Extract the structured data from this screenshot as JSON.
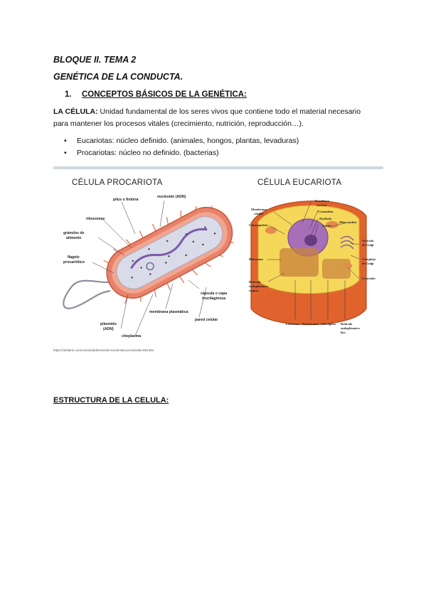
{
  "header": {
    "block": "BLOQUE II. TEMA 2",
    "title": "GENÉTICA DE LA CONDUCTA."
  },
  "section1": {
    "number": "1.",
    "heading": "CONCEPTOS BÁSICOS DE LA GENÉTICA:"
  },
  "cell": {
    "term": "LA CÉLULA:",
    "definition_line1": " Unidad fundamental de los seres vivos que contiene todo el material necesario",
    "definition_line2": "para mantener los procesos vitales (crecimiento, nutrición, reproducción…).",
    "bullets": [
      "Eucariotas: núcleo definido. (animales, hongos, plantas, levaduras)",
      "Procariotas: núcleo no definido. (bacterias)"
    ]
  },
  "figure": {
    "prokaryote_title": "CÉLULA PROCARIOTA",
    "eukaryote_title": "CÉLULA EUCARIOTA",
    "prokaryote_labels": {
      "pilus": "pilus o fimbria",
      "nucleoid": "nucleoide (ADN)",
      "ribosomes": "ribosomas",
      "granules": "gránulos de",
      "granules2": "alimento",
      "flagellum": "flagelo",
      "flagellum2": "procariótico",
      "capsule": "cápsula o capa",
      "capsule2": "mucilaginosa",
      "membrane": "membrana plasmática",
      "wall": "pared celular",
      "plasmid": "plásmido",
      "plasmid2": "(ADN)",
      "cytoplasm": "citoplasma"
    },
    "eukaryote_labels": {
      "membrane": "Membrana",
      "membrane2": "celular",
      "cytoplasm": "Citoesqueleto",
      "envelope": "Envoltura",
      "envelope2": "nuclear",
      "chromatin": "Cromatina",
      "nucleolus": "Nucléolo",
      "nucleus": "Núcleo",
      "mitochondria": "Mitocondria",
      "vesicle": "Vesícula",
      "vesicle2": "de Golgi",
      "golgi": "Complejo",
      "golgi2": "de Golgi",
      "ribosomes": "Ribosoma",
      "centrioles": "Centríolo",
      "rough_er": "Retículo",
      "rough_er2": "endoplásmico",
      "rough_er3": "rugoso",
      "lysosome": "Lisosoma",
      "peroxisome": "Peroxisoma",
      "glycogen": "Glucógeno",
      "smooth_er": "Retículo",
      "smooth_er2": "endoplásmico",
      "smooth_er3": "liso"
    },
    "caption": "https://okdiario.com/curiosidades/celula-eucariotas-procariotas-861391"
  },
  "section2": {
    "heading": "ESTRUCTURA DE LA CELULA:"
  },
  "colors": {
    "prokaryote_outer": "#e8826a",
    "prokaryote_inner": "#d9dbe8",
    "eukaryote_outer": "#e0632e",
    "eukaryote_cytoplasm": "#f5d75a",
    "nucleus": "#a66fb8"
  }
}
